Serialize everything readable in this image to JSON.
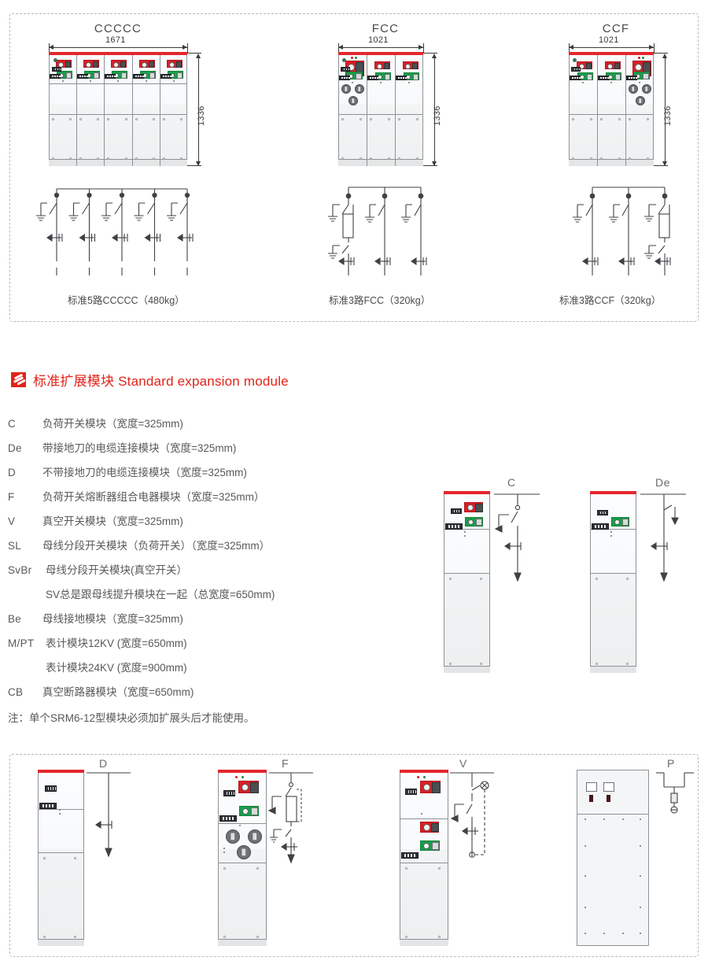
{
  "top_section": {
    "units": [
      {
        "title": "CCCCC",
        "width_dim": "1671",
        "height_dim": "1336",
        "bays": 5,
        "caption": "标准5路CCCCC（480kg）"
      },
      {
        "title": "FCC",
        "width_dim": "1021",
        "height_dim": "1336",
        "bays": 3,
        "caption": "标准3路FCC（320kg）"
      },
      {
        "title": "CCF",
        "width_dim": "1021",
        "height_dim": "1336",
        "bays": 3,
        "caption": "标准3路CCF（320kg）"
      }
    ]
  },
  "heading": {
    "text": "标准扩展模块 Standard expansion module",
    "color": "#e1231a",
    "icon": "brand-logo-icon"
  },
  "modules": [
    {
      "code": "C",
      "desc": "负荷开关模块（宽度=325mm)"
    },
    {
      "code": "De",
      "desc": "带接地刀的电缆连接模块（宽度=325mm)"
    },
    {
      "code": "D",
      "desc": "不带接地刀的电缆连接模块（宽度=325mm)"
    },
    {
      "code": "F",
      "desc": "负荷开关熔断器组合电器模块（宽度=325mm）"
    },
    {
      "code": "V",
      "desc": "真空开关模块（宽度=325mm)"
    },
    {
      "code": "SL",
      "desc": "母线分段开关模块（负荷开关）（宽度=325mm）"
    },
    {
      "code": "SvBr",
      "desc": "母线分段开关模块(真空开关）"
    },
    {
      "code": "",
      "desc": "SV总是跟母线提升模块在一起（总宽度=650mm)"
    },
    {
      "code": "Be",
      "desc": "母线接地模块（宽度=325mm)"
    },
    {
      "code": "M/PT",
      "desc": "表计模块12KV (宽度=650mm)"
    },
    {
      "code": "",
      "desc": "表计模块24KV (宽度=900mm)"
    },
    {
      "code": "CB",
      "desc": "真空断路器模块（宽度=650mm)"
    }
  ],
  "note": "注：单个SRM6-12型模块必须加扩展头后才能使用。",
  "module_figures_middle": [
    {
      "label": "C",
      "name": "load-switch-module"
    },
    {
      "label": "De",
      "name": "cable-connection-with-earthing-module"
    }
  ],
  "module_figures_bottom": [
    {
      "label": "D",
      "name": "cable-connection-module"
    },
    {
      "label": "F",
      "name": "fuse-combination-module"
    },
    {
      "label": "V",
      "name": "vacuum-switch-module"
    },
    {
      "label": "P",
      "name": "power-distribution-module"
    }
  ],
  "colors": {
    "accent_red": "#e1231a",
    "cabinet_top": "#e4262d",
    "outline": "#8e9296",
    "text": "#58595b"
  }
}
